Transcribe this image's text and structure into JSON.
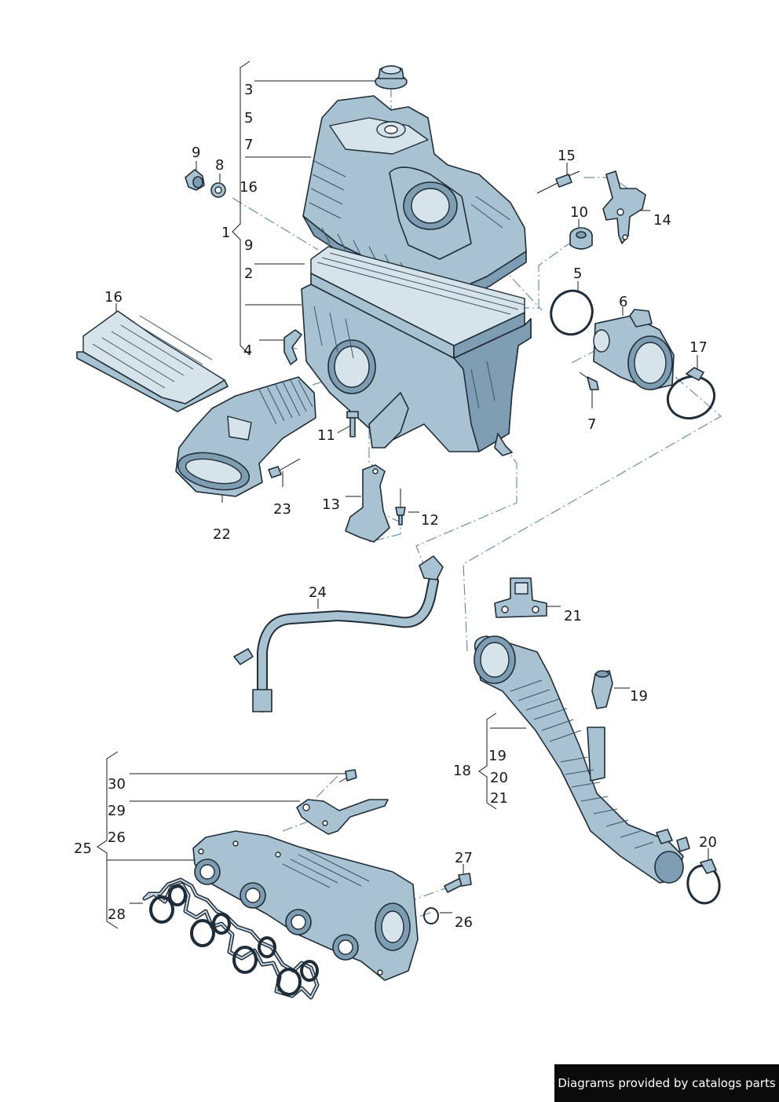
{
  "diagram": {
    "callouts": {
      "c1": "1",
      "c2": "2",
      "c3": "3",
      "c4": "4",
      "c5a": "5",
      "c5b": "5",
      "c6": "6",
      "c7a": "7",
      "c7b": "7",
      "c8": "8",
      "c9a": "9",
      "c9b": "9",
      "c10": "10",
      "c11": "11",
      "c12": "12",
      "c13": "13",
      "c14": "14",
      "c15": "15",
      "c16a": "16",
      "c16b": "16",
      "c17": "17",
      "c18": "18",
      "c19a": "19",
      "c19b": "19",
      "c20a": "20",
      "c20b": "20",
      "c21a": "21",
      "c21b": "21",
      "c22": "22",
      "c23": "23",
      "c24": "24",
      "c25": "25",
      "c26a": "26",
      "c26b": "26",
      "c27": "27",
      "c28": "28",
      "c29": "29",
      "c30": "30"
    }
  },
  "footer": {
    "credit": "Diagrams provided by catalogs parts"
  },
  "colors": {
    "part_fill": "#a9c2d2",
    "part_outline": "#1f2d38",
    "dash_line": "#6f8fa6",
    "credit_bg": "#0b0b0b"
  }
}
